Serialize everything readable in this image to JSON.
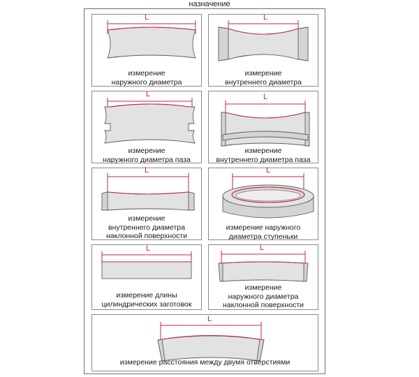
{
  "title": "назначение",
  "dimension_label": "L",
  "panels": [
    {
      "id": "outer-diameter",
      "caption": [
        "измерение",
        "наружного диаметра"
      ]
    },
    {
      "id": "inner-diameter",
      "caption": [
        "измерение",
        "внутреннего диаметра"
      ]
    },
    {
      "id": "outer-groove-diameter",
      "caption": [
        "измерение",
        "наружного диаметра паза"
      ]
    },
    {
      "id": "inner-groove-diameter",
      "caption": [
        "измерение",
        "внутреннего диаметра паза"
      ]
    },
    {
      "id": "inner-inclined",
      "caption": [
        "измерение",
        "внутреннего диаметра",
        "наклонной поверхности"
      ]
    },
    {
      "id": "step-outer",
      "caption": [
        "измерение наружного",
        "диаметра ступеньки"
      ]
    },
    {
      "id": "cylinder-length",
      "caption": [
        "измерение длины",
        "цилиндрических заготовок"
      ]
    },
    {
      "id": "outer-inclined",
      "caption": [
        "измерение",
        "наружного диаметра",
        "наклонной поверхности"
      ]
    },
    {
      "id": "hole-distance",
      "caption": [
        "измерение расстояния между двумя отверстиями"
      ]
    }
  ]
}
